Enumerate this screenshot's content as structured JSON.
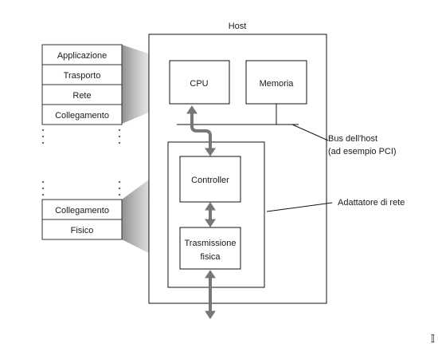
{
  "host": {
    "title": "Host"
  },
  "host_components": {
    "cpu": "CPU",
    "memory": "Memoria"
  },
  "adapter": {
    "controller": "Controller",
    "transmission_line1": "Trasmissione",
    "transmission_line2": "fisica"
  },
  "callouts": {
    "bus_line1": "Bus dell'host",
    "bus_line2": "(ad esempio PCI)",
    "adapter": "Adattatore di rete"
  },
  "stack_top": [
    "Applicazione",
    "Trasporto",
    "Rete",
    "Collegamento"
  ],
  "stack_bottom": [
    "Collegamento",
    "Fisico"
  ],
  "corner_glyph": "𝕀",
  "colors": {
    "arrow": "#777777",
    "shadow_dark": "#9a9a9a",
    "shadow_light": "#ffffff",
    "layer_bg": "#f4f4f4"
  }
}
